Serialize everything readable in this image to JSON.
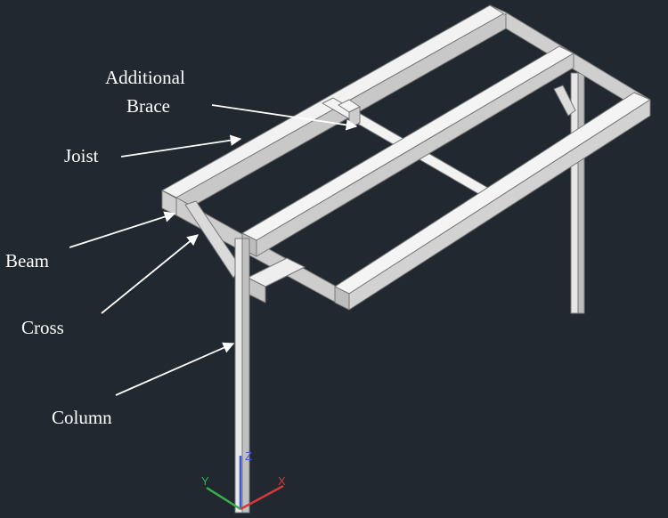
{
  "labels": {
    "additional_brace_line1": "Additional",
    "additional_brace_line2": "Brace",
    "joist": "Joist",
    "beam": "Beam",
    "cross": "Cross",
    "column": "Column"
  },
  "axis_icon": {
    "x": "X",
    "y": "Y",
    "z": "Z",
    "x_color": "#d23a3a",
    "y_color": "#3ab04a",
    "z_color": "#3a5ad8"
  },
  "colors": {
    "background": "#212830",
    "member_top": "#f2f2f2",
    "member_side": "#cfcfcf",
    "member_edge": "#777777",
    "label_text": "#ffffff"
  }
}
